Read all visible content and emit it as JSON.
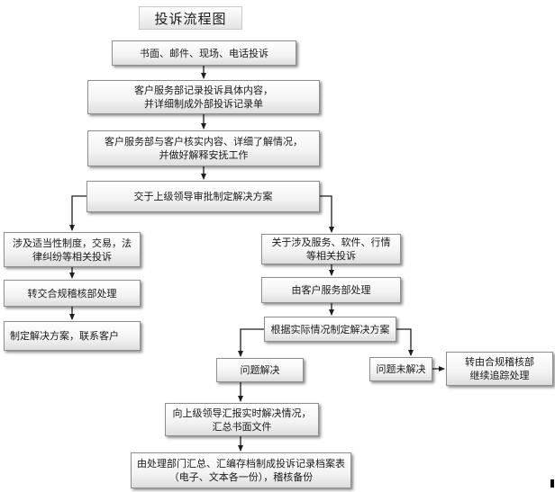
{
  "title": "投诉流程图",
  "nodes": {
    "channels": "书面、邮件、现场、电话投诉",
    "record": "客户服务部记录投诉具体内容，\n并详细制成外部投诉记录单",
    "verify": "客户服务部与客户核实内容、详细了解情况，\n并做好解释安抚工作",
    "escalate": "交于上级领导审批制定解决方案",
    "left_scope": "涉及适当性制度，交易，法\n律纠纷等相关投诉",
    "left_transfer": "转交合规稽核部处理",
    "left_plan": "制定解决方案，联系客户",
    "right_scope": "关于涉及服务、软件、行情\n等相关投诉",
    "right_handle": "由客户服务部处理",
    "right_plan": "根据实际情况制定解决方案",
    "resolved": "问题解决",
    "unresolved": "问题未解决",
    "compliance_followup": "转由合规稽核部\n继续追踪处理",
    "report": "向上级领导汇报实时解决情况，\n汇总书面文件",
    "archive": "由处理部门汇总、汇编存档制成投诉记录档案表\n（电子、文本各一份），稽核备份"
  },
  "colors": {
    "line": "#1e1e1e",
    "box_border": "#8f8f8f"
  }
}
